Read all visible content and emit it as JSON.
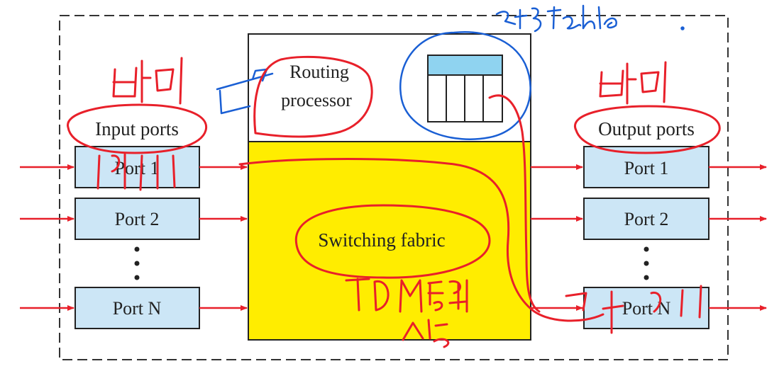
{
  "input": {
    "heading": "Input ports",
    "ports": [
      "Port 1",
      "Port 2",
      "Port N"
    ]
  },
  "output": {
    "heading": "Output ports",
    "ports": [
      "Port 1",
      "Port 2",
      "Port N"
    ]
  },
  "routing_processor": {
    "line1": "Routing",
    "line2": "processor"
  },
  "fabric": {
    "label": "Switching fabric"
  },
  "colors": {
    "port_fill": "#cce6f6",
    "fabric_fill": "#ffed00",
    "arrow": "#e8202a",
    "annotation_red": "#e8202a",
    "annotation_blue": "#1a5fd4",
    "table_header": "#8fd3f0"
  }
}
